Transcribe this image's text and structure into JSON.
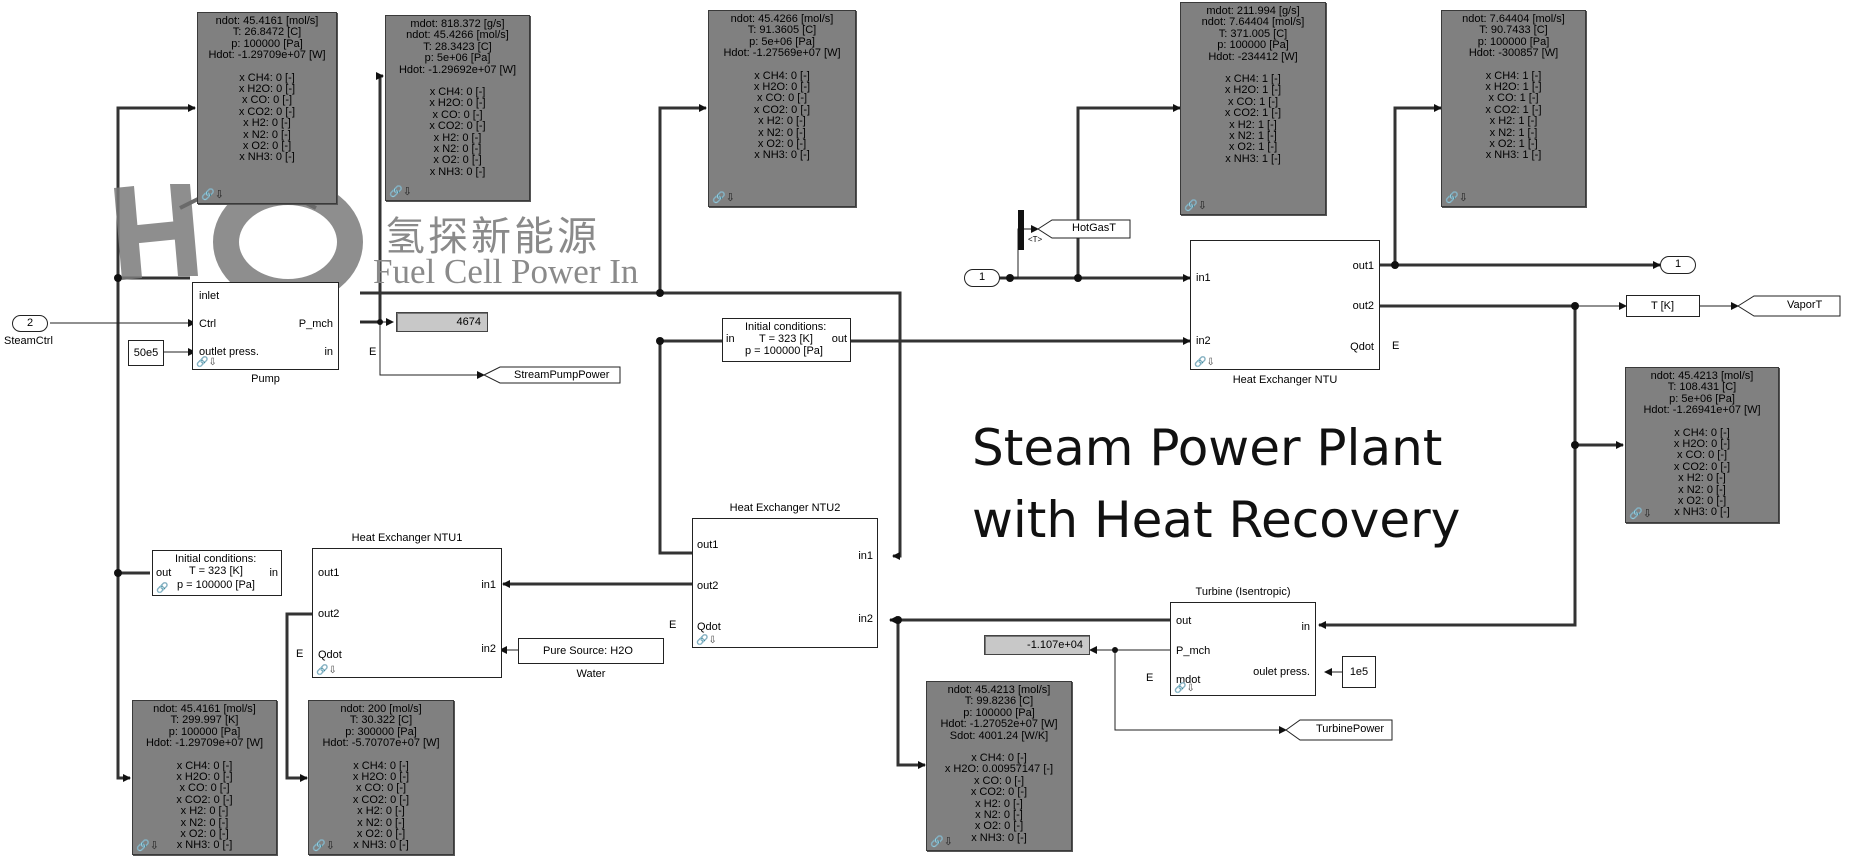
{
  "title_lines": [
    "Steam Power Plant",
    "with Heat Recovery"
  ],
  "watermark": {
    "logo": "HO",
    "cn": "氢探新能源",
    "en": "Fuel Cell Power In"
  },
  "displays": {
    "d1": {
      "lines": [
        "ndot: 45.4161 [mol/s]",
        "T: 26.8472 [C]",
        "p: 100000 [Pa]",
        "Hdot: -1.29709e+07 [W]",
        "",
        "x CH4: 0 [-]",
        "x H2O: 0 [-]",
        "x CO: 0 [-]",
        "x CO2: 0 [-]",
        "x H2: 0 [-]",
        "x N2: 0 [-]",
        "x O2: 0 [-]",
        "x NH3: 0 [-]"
      ]
    },
    "d2": {
      "lines": [
        "mdot: 818.372 [g/s]",
        "ndot: 45.4266 [mol/s]",
        "T: 28.3423 [C]",
        "p: 5e+06 [Pa]",
        "Hdot: -1.29692e+07 [W]",
        "",
        "x CH4: 0 [-]",
        "x H2O: 0 [-]",
        "x CO: 0 [-]",
        "x CO2: 0 [-]",
        "x H2: 0 [-]",
        "x N2: 0 [-]",
        "x O2: 0 [-]",
        "x NH3: 0 [-]"
      ]
    },
    "d3": {
      "lines": [
        "ndot: 45.4266 [mol/s]",
        "T: 91.3605 [C]",
        "p: 5e+06 [Pa]",
        "Hdot: -1.27569e+07 [W]",
        "",
        "x CH4: 0 [-]",
        "x H2O: 0 [-]",
        "x CO: 0 [-]",
        "x CO2: 0 [-]",
        "x H2: 0 [-]",
        "x N2: 0 [-]",
        "x O2: 0 [-]",
        "x NH3: 0 [-]"
      ]
    },
    "d4": {
      "lines": [
        "mdot: 211.994 [g/s]",
        "ndot: 7.64404 [mol/s]",
        "T: 371.005 [C]",
        "p: 100000 [Pa]",
        "Hdot: -234412 [W]",
        "",
        "x CH4: 1 [-]",
        "x H2O: 1 [-]",
        "x CO: 1 [-]",
        "x CO2: 1 [-]",
        "x H2: 1 [-]",
        "x N2: 1 [-]",
        "x O2: 1 [-]",
        "x NH3: 1 [-]"
      ]
    },
    "d5": {
      "lines": [
        "ndot: 7.64404 [mol/s]",
        "T: 90.7433 [C]",
        "p: 100000 [Pa]",
        "Hdot: -300857 [W]",
        "",
        "x CH4: 1 [-]",
        "x H2O: 1 [-]",
        "x CO: 1 [-]",
        "x CO2: 1 [-]",
        "x H2: 1 [-]",
        "x N2: 1 [-]",
        "x O2: 1 [-]",
        "x NH3: 1 [-]"
      ]
    },
    "d6": {
      "lines": [
        "ndot: 45.4213 [mol/s]",
        "T: 108.431 [C]",
        "p: 5e+06 [Pa]",
        "Hdot: -1.26941e+07 [W]",
        "",
        "x CH4: 0 [-]",
        "x H2O: 0 [-]",
        "x CO: 0 [-]",
        "x CO2: 0 [-]",
        "x H2: 0 [-]",
        "x N2: 0 [-]",
        "x O2: 0 [-]",
        "x NH3: 0 [-]"
      ]
    },
    "d7": {
      "lines": [
        "ndot: 45.4213 [mol/s]",
        "T: 99.8236 [C]",
        "p: 100000 [Pa]",
        "Hdot: -1.27052e+07 [W]",
        "Sdot: 4001.24 [W/K]",
        "",
        "x CH4: 0 [-]",
        "x H2O: 0.00957147 [-]",
        "x CO: 0 [-]",
        "x CO2: 0 [-]",
        "x H2: 0 [-]",
        "x N2: 0 [-]",
        "x O2: 0 [-]",
        "x NH3: 0 [-]"
      ]
    },
    "d8": {
      "lines": [
        "ndot: 45.4161 [mol/s]",
        "T: 299.997 [K]",
        "p: 100000 [Pa]",
        "Hdot: -1.29709e+07 [W]",
        "",
        "x CH4: 0 [-]",
        "x H2O: 0 [-]",
        "x CO: 0 [-]",
        "x CO2: 0 [-]",
        "x H2: 0 [-]",
        "x N2: 0 [-]",
        "x O2: 0 [-]",
        "x NH3: 0 [-]"
      ]
    },
    "d9": {
      "lines": [
        "ndot: 200 [mol/s]",
        "T: 30.322 [C]",
        "p: 300000 [Pa]",
        "Hdot: -5.70707e+07 [W]",
        "",
        "x CH4: 0 [-]",
        "x H2O: 0 [-]",
        "x CO: 0 [-]",
        "x CO2: 0 [-]",
        "x H2: 0 [-]",
        "x N2: 0 [-]",
        "x O2: 0 [-]",
        "x NH3: 0 [-]"
      ]
    }
  },
  "pump": {
    "name": "Pump",
    "port_inlet": "inlet",
    "port_ctrl": "Ctrl",
    "port_outlet_press": "outlet press.",
    "port_pmch": "P_mch",
    "port_in": "in"
  },
  "pump_power_value": "4674",
  "pump_power_tag": "StreamPumpPower",
  "steam_ctrl": {
    "number": "2",
    "label": "SteamCtrl"
  },
  "const_50e5": "50e5",
  "init_top": {
    "title": "Initial conditions:",
    "T": "T = 323 [K]",
    "p": "p = 100000 [Pa]",
    "port_in": "in",
    "port_out": "out"
  },
  "init_left": {
    "title": "Initial conditions:",
    "T": "T = 323 [K]",
    "p": "p = 100000 [Pa]",
    "port_in": "in",
    "port_out": "out"
  },
  "hx_ntu": {
    "name": "Heat Exchanger NTU",
    "in1": "in1",
    "in2": "in2",
    "out1": "out1",
    "out2": "out2",
    "qdot": "Qdot"
  },
  "hx_ntu1": {
    "name": "Heat Exchanger NTU1",
    "in1": "in1",
    "in2": "in2",
    "out1": "out1",
    "out2": "out2",
    "qdot": "Qdot"
  },
  "hx_ntu2": {
    "name": "Heat Exchanger NTU2",
    "in1": "in1",
    "in2": "in2",
    "out1": "out1",
    "out2": "out2",
    "qdot": "Qdot"
  },
  "turbine": {
    "name": "Turbine (Isentropic)",
    "in": "in",
    "out": "out",
    "pmch": "P_mch",
    "mdot": "mdot",
    "outlet_press": "oulet press."
  },
  "turbine_power_value": "-1.107e+04",
  "turbine_power_tag": "TurbinePower",
  "const_1e5": "1e5",
  "inport1": "1",
  "outport1": "1",
  "hotgas": {
    "tag": "HotGasT",
    "selector": "<T>"
  },
  "vapor": {
    "tk": "T [K]",
    "tag": "VaporT"
  },
  "water": {
    "source": "Pure Source: H2O",
    "label": "Water"
  },
  "terminator_symbol": "E"
}
